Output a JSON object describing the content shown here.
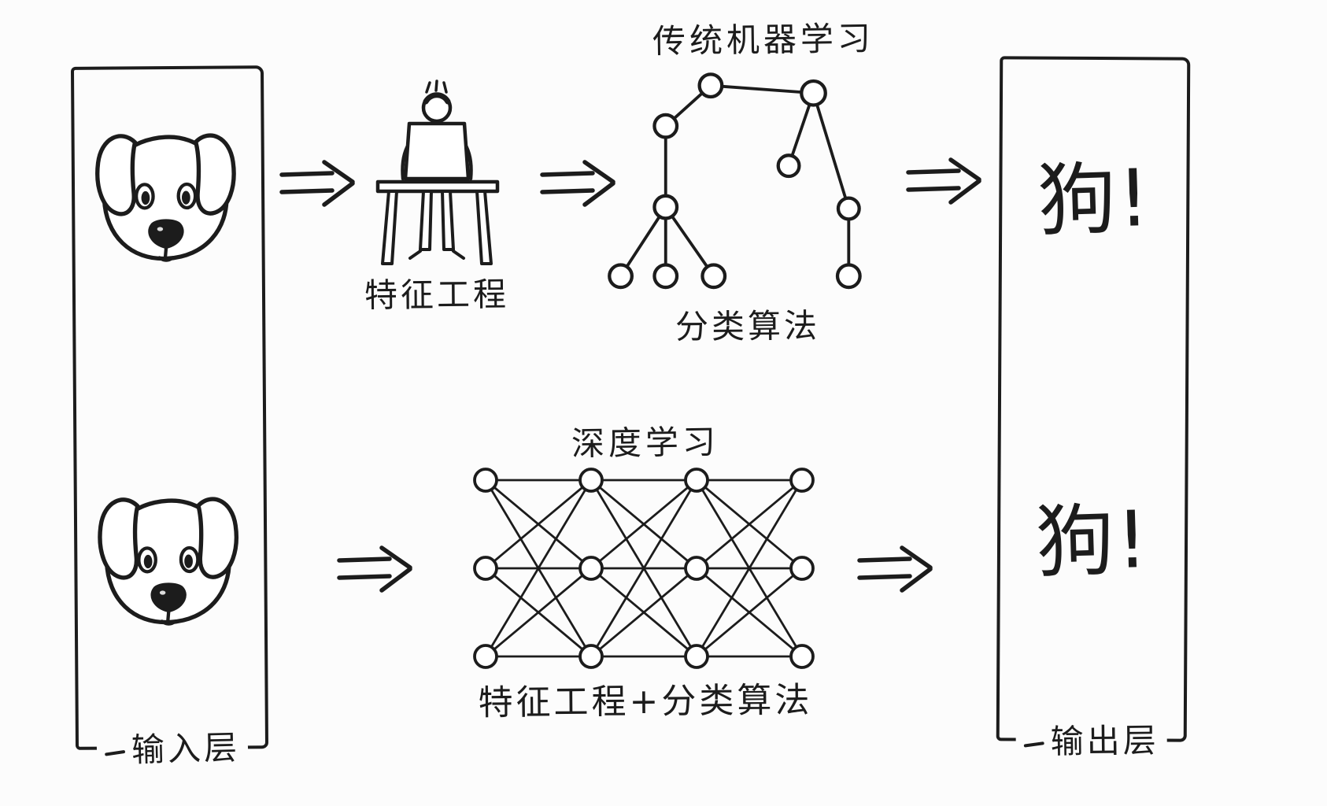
{
  "colors": {
    "ink": "#1c1c1c",
    "background": "#fcfcfc"
  },
  "icons": {
    "input_items": "dog-face-icon",
    "feature_engineering": "person-at-desk-icon",
    "traditional_ml": "decision-tree-icon",
    "deep_learning": "neural-network-icon",
    "flow": "double-arrow-icon"
  },
  "input_panel": {
    "label": "输入层"
  },
  "output_panel": {
    "label": "输出层",
    "result_top": "狗!",
    "result_bottom": "狗!"
  },
  "top_flow": {
    "feature_engineering_label": "特征工程",
    "tree_title": "传统机器学习",
    "tree_caption": "分类算法"
  },
  "bottom_flow": {
    "network_title": "深度学习",
    "network_caption": "特征工程+分类算法"
  }
}
